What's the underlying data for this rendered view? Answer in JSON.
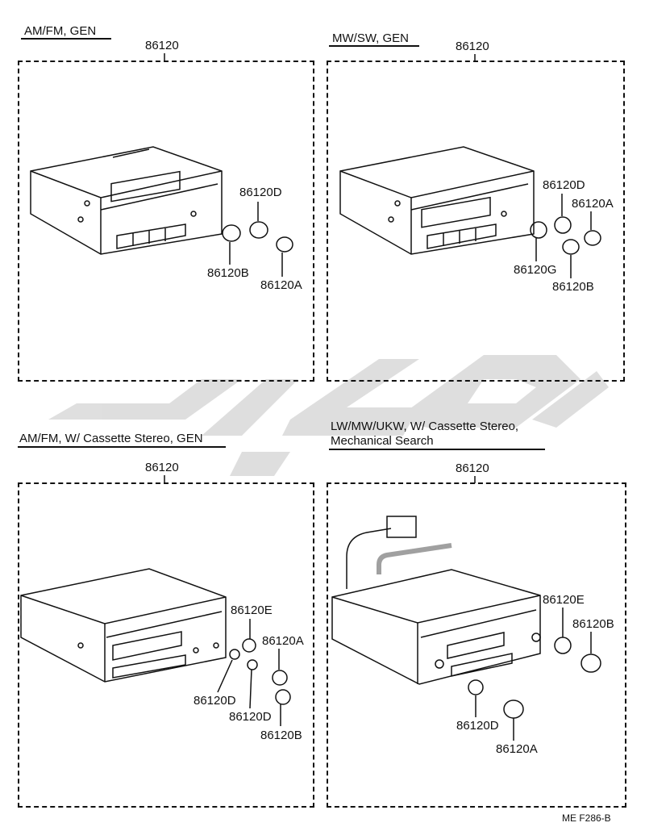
{
  "panels": [
    {
      "title": "AM/FM, GEN",
      "part": "86120",
      "labels": [
        "86120D",
        "86120B",
        "86120A"
      ]
    },
    {
      "title": "MW/SW, GEN",
      "part": "86120",
      "labels": [
        "86120D",
        "86120A",
        "86120G",
        "86120B"
      ]
    },
    {
      "title": "AM/FM, W/ Cassette Stereo, GEN",
      "part": "86120",
      "labels": [
        "86120E",
        "86120A",
        "86120D",
        "86120D",
        "86120B"
      ]
    },
    {
      "title_line1": "LW/MW/UKW, W/ Cassette Stereo,",
      "title_line2": "Mechanical Search",
      "part": "86120",
      "labels": [
        "86120E",
        "86120B",
        "86120D",
        "86120A"
      ]
    }
  ],
  "footer": "ME  F286-B",
  "colors": {
    "ink": "#111111",
    "watermark": "#d9d9d9"
  }
}
